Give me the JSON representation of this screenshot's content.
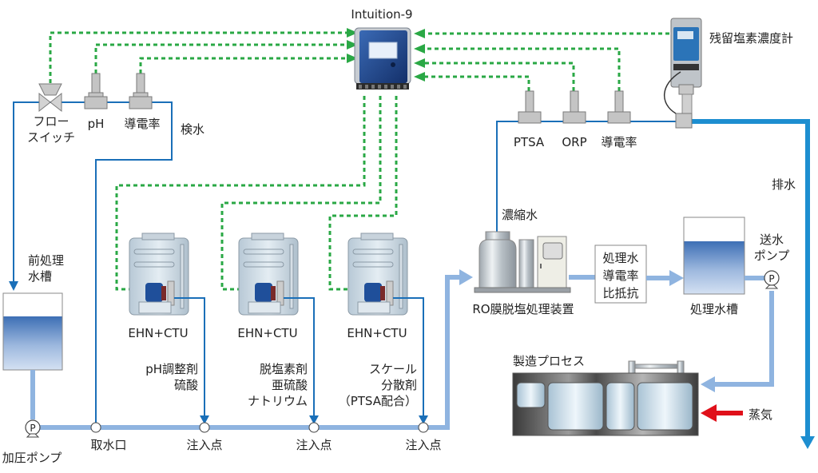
{
  "title": "Intuition-9",
  "colors": {
    "signal_line": "#2aa845",
    "sample_line": "#1a6fb8",
    "process_line": "#8fb4e0",
    "drain_line": "#1d8ed0",
    "steam_arrow": "#e0101a"
  },
  "top_left_sensors": {
    "flow_switch": [
      "フロー",
      "スイッチ"
    ],
    "ph": "pH",
    "conductivity": "導電率",
    "sample_water": "検水"
  },
  "top_right_sensors": {
    "ptsa": "PTSA",
    "orp": "ORP",
    "conductivity": "導電率",
    "residual_chlorine_meter": "残留塩素濃度計",
    "drain": "排水"
  },
  "pretreatment_tank": [
    "前処理",
    "水槽"
  ],
  "pressure_pump": "加圧ポンプ",
  "intake": "取水口",
  "dosing_units": [
    {
      "model": "EHN+CTU",
      "chemical": [
        "pH調整剤",
        "硫酸"
      ],
      "injection": "注入点"
    },
    {
      "model": "EHN+CTU",
      "chemical": [
        "脱塩素剤",
        "亜硫酸",
        "ナトリウム"
      ],
      "injection": "注入点"
    },
    {
      "model": "EHN+CTU",
      "chemical": [
        "スケール",
        "分散剤",
        "（PTSA配合）"
      ],
      "injection": "注入点"
    }
  ],
  "ro_unit": {
    "label": "RO膜脱塩処理装置",
    "concentrate": "濃縮水"
  },
  "treated_water_box": [
    "処理水",
    "導電率",
    "比抵抗"
  ],
  "treated_tank": "処理水槽",
  "supply_pump": [
    "送水",
    "ポンプ"
  ],
  "process": {
    "label": "製造プロセス",
    "steam": "蒸気"
  },
  "icons": {
    "pump_symbol": "P"
  }
}
